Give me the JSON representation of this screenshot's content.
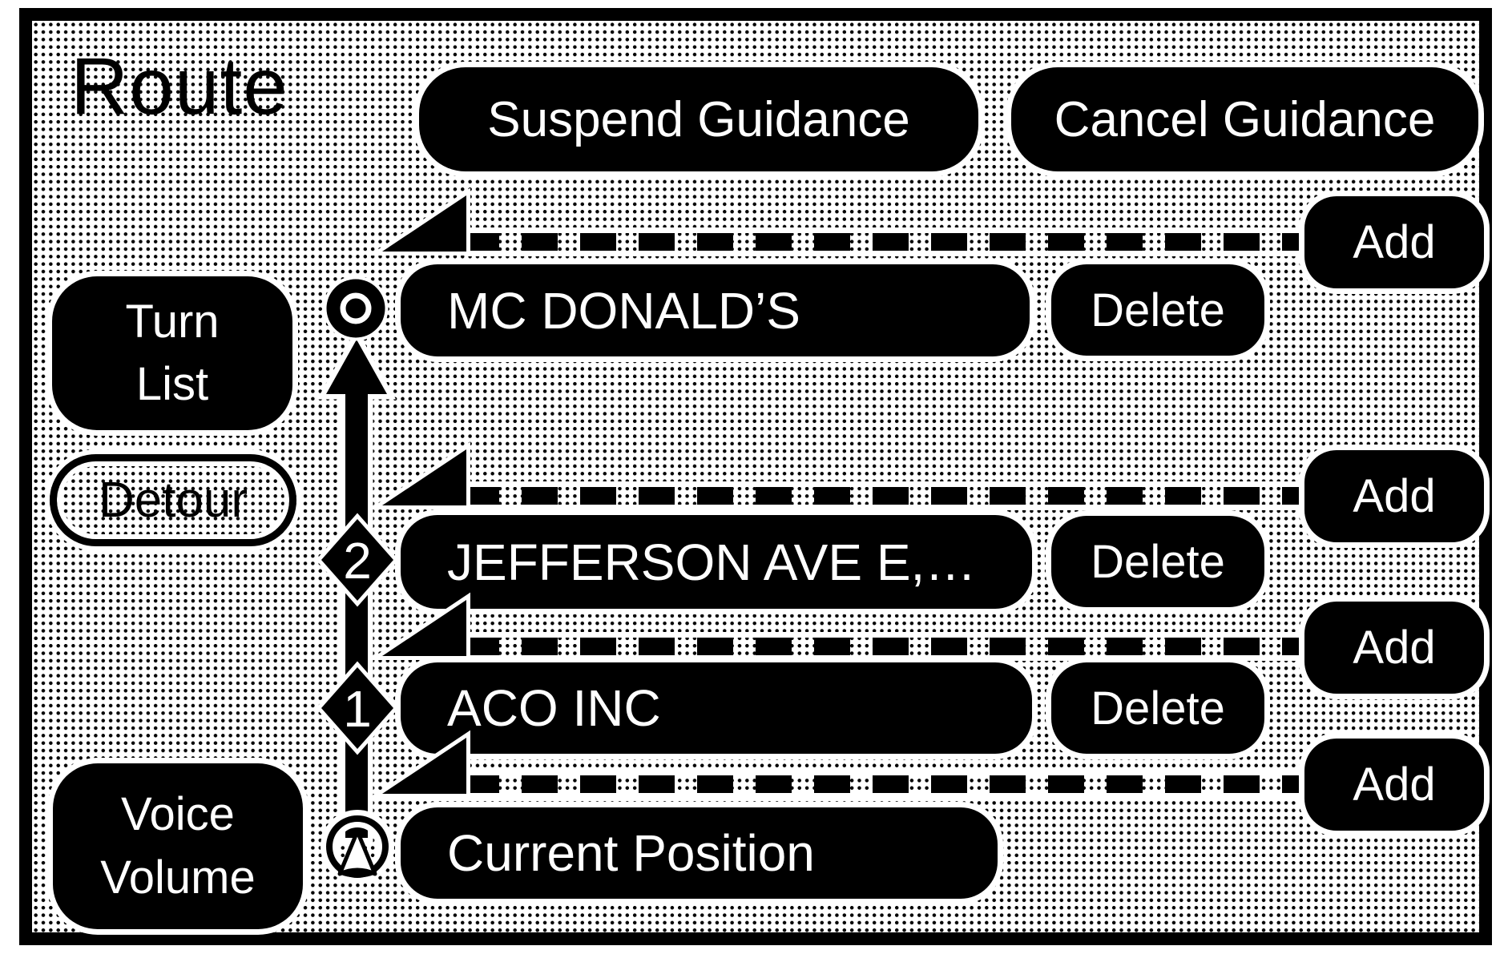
{
  "page": {
    "title": "Route"
  },
  "guidance_bar": {
    "suspend_label": "Suspend Guidance",
    "cancel_label": "Cancel Guidance"
  },
  "side_controls": {
    "turn_list": {
      "line1": "Turn",
      "line2": "List"
    },
    "detour_label": "Detour",
    "voice_volume": {
      "line1": "Voice",
      "line2": "Volume"
    }
  },
  "route_list": {
    "destination": {
      "label": "MC DONALD’S",
      "marker": "destination-ring-icon",
      "delete_label": "Delete",
      "add_label": "Add"
    },
    "waypoint_2": {
      "label": "JEFFERSON AVE E,…",
      "marker_number": "2",
      "delete_label": "Delete",
      "add_label": "Add"
    },
    "waypoint_1": {
      "label": "ACO INC",
      "marker_number": "1",
      "delete_label": "Delete",
      "add_label": "Add"
    },
    "start": {
      "label": "Current Position",
      "marker": "current-position-arrow-icon",
      "add_label": "Add"
    }
  },
  "colors": {
    "ink": "#000000",
    "paper": "#ffffff"
  }
}
